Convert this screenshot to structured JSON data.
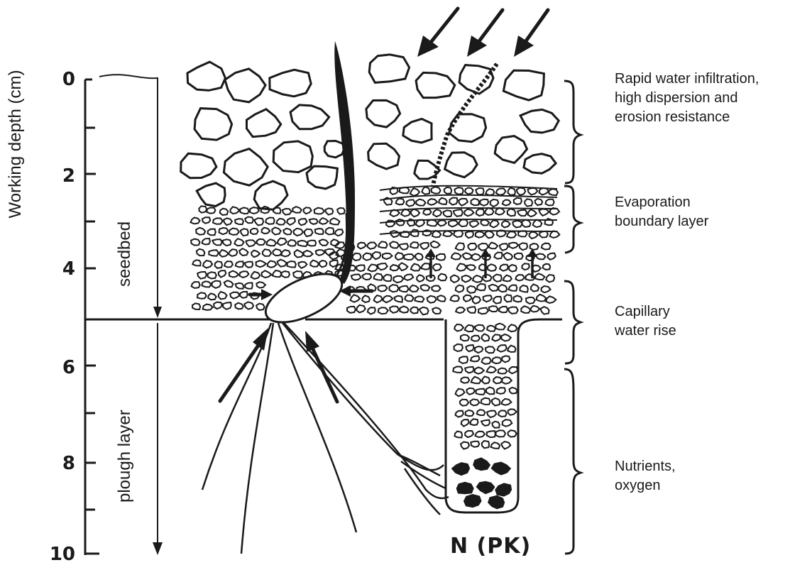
{
  "axis": {
    "title": "Working depth (cm)",
    "ticks": [
      "0",
      "2",
      "4",
      "6",
      "8",
      "10"
    ]
  },
  "zones": {
    "seedbed": "seedbed",
    "plough_layer": "plough layer"
  },
  "annotations": {
    "infiltration": "Rapid water infiltration,\nhigh dispersion and\nerosion resistance",
    "evaporation": "Evaporation\nboundary layer",
    "capillary": "Capillary\nwater rise",
    "nutrients": "Nutrients,\noxygen"
  },
  "fertilizer_label": "N (PK)",
  "colors": {
    "ink": "#1a1a1a",
    "background": "#ffffff"
  }
}
